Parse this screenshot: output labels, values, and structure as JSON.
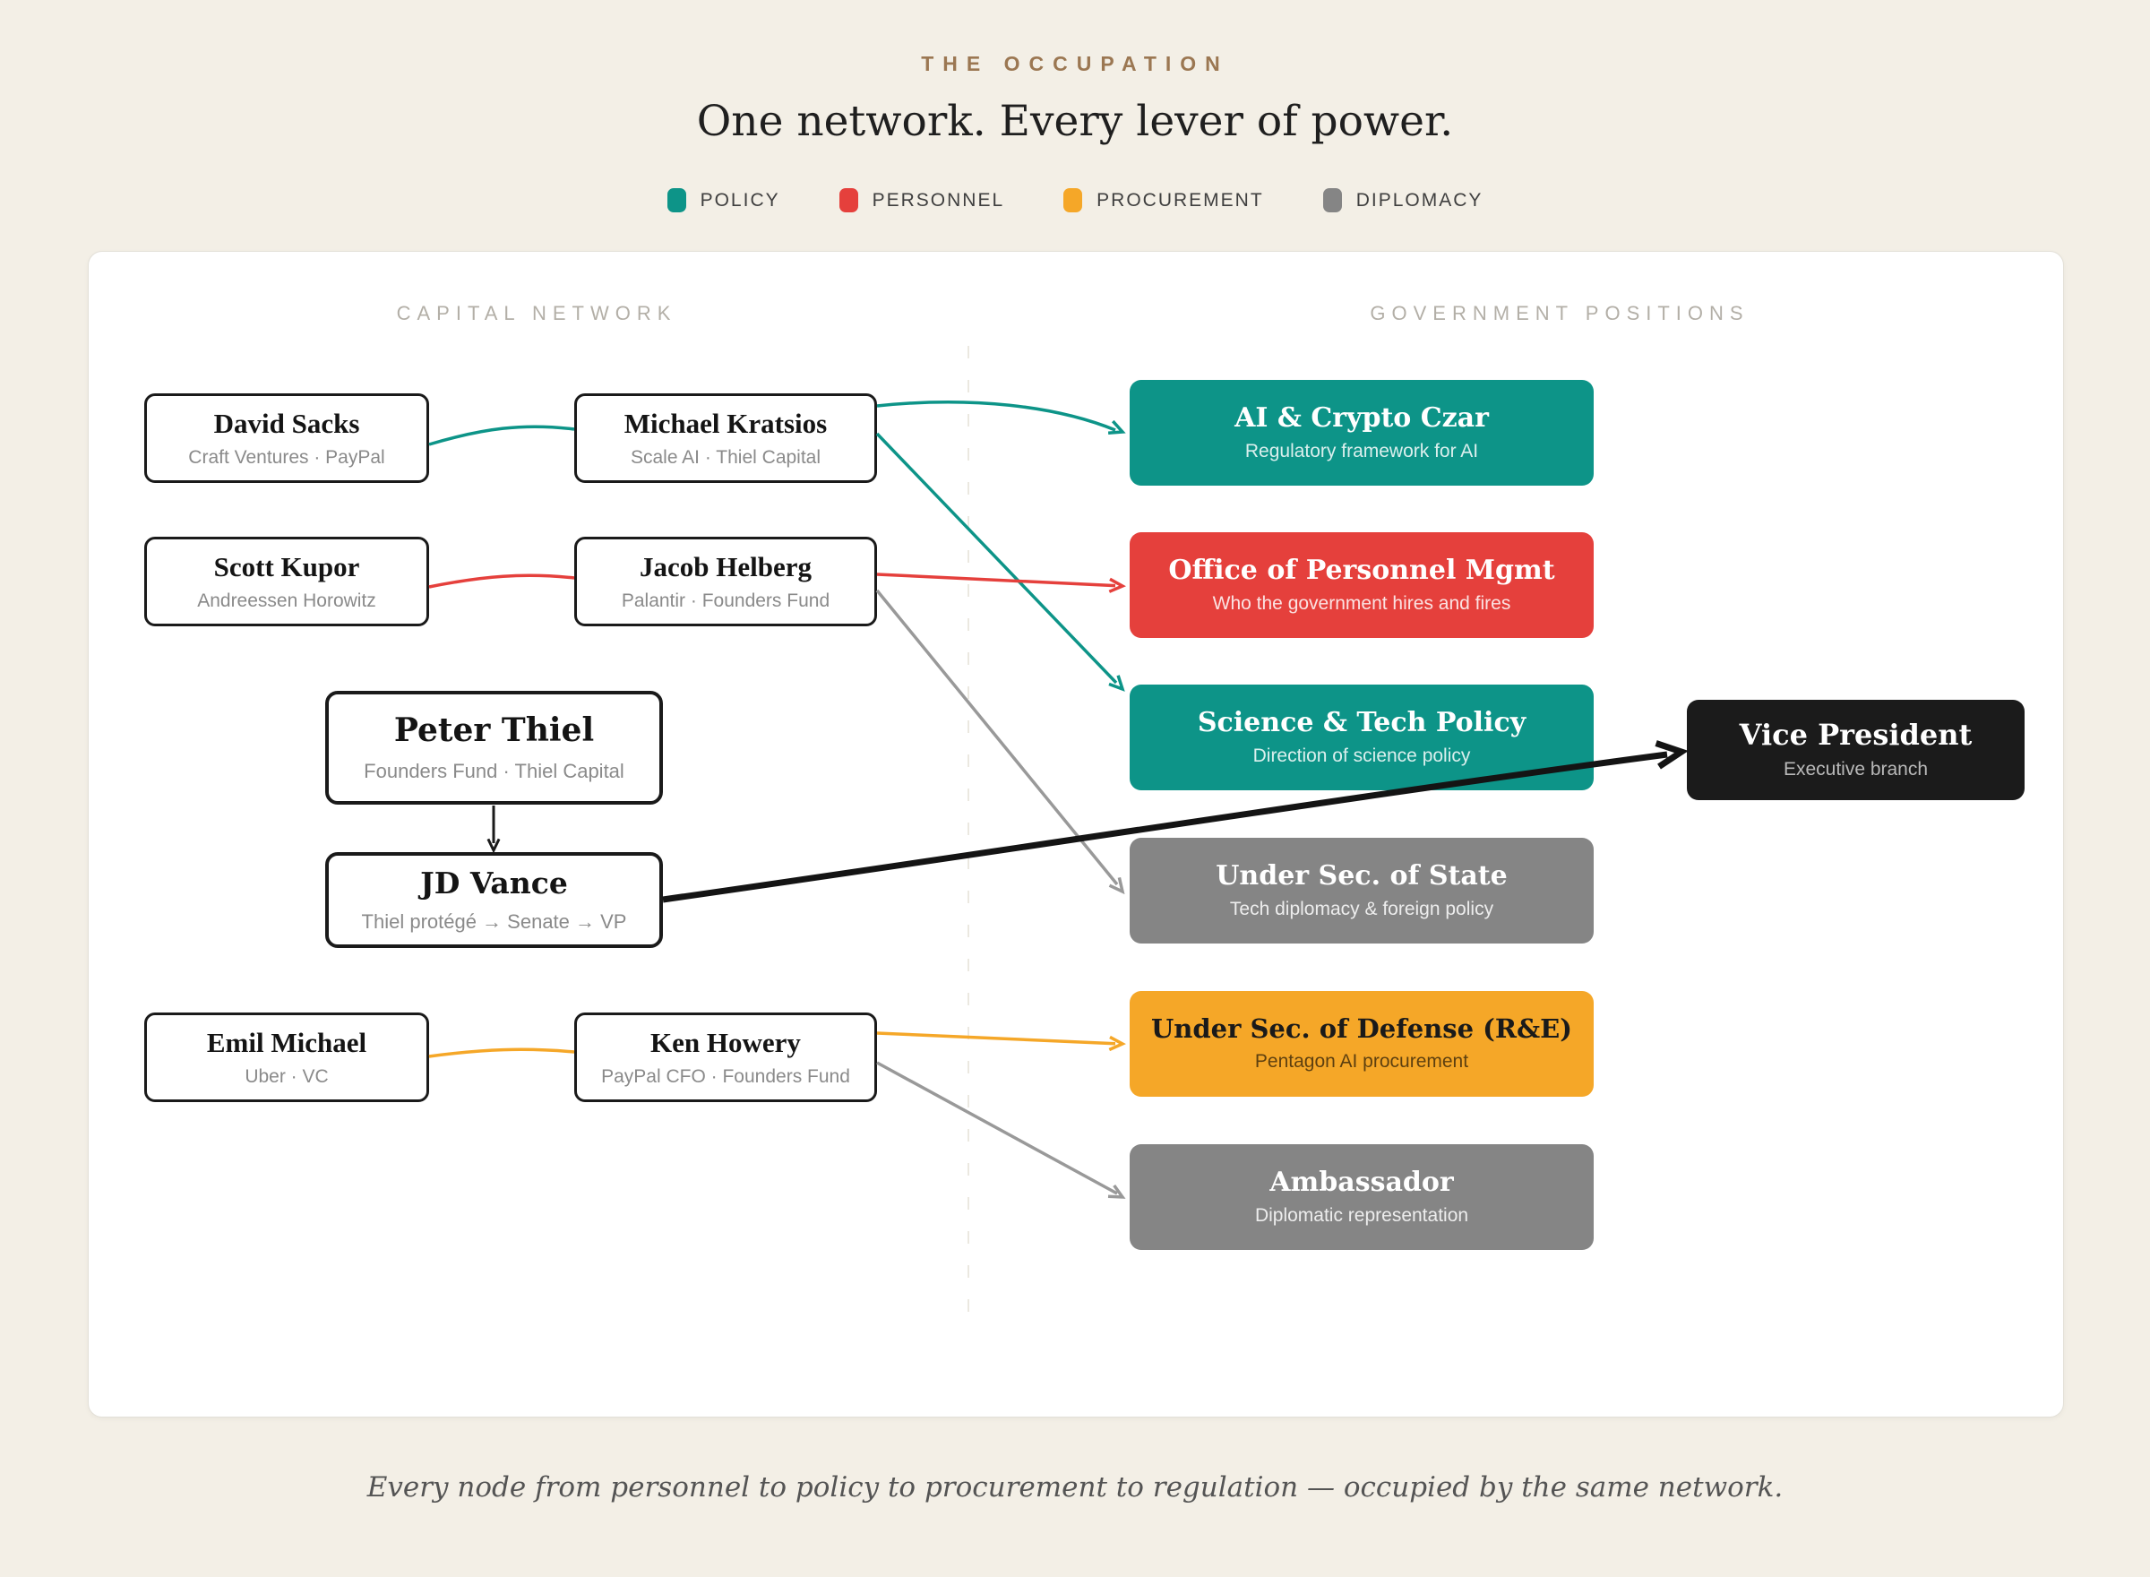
{
  "page": {
    "kicker": "THE OCCUPATION",
    "title": "One network. Every lever of power.",
    "footer": "Every node from personnel to policy to procurement to regulation — occupied by the same network."
  },
  "legend": {
    "items": [
      {
        "label": "POLICY",
        "color": "#0d9488"
      },
      {
        "label": "PERSONNEL",
        "color": "#e5403c"
      },
      {
        "label": "PROCUREMENT",
        "color": "#f5a728"
      },
      {
        "label": "DIPLOMACY",
        "color": "#858585"
      }
    ]
  },
  "columns": {
    "left": "CAPITAL NETWORK",
    "right": "GOVERNMENT POSITIONS"
  },
  "people": [
    {
      "name": "David Sacks",
      "detail": "Craft Ventures · PayPal"
    },
    {
      "name": "Michael Kratsios",
      "detail": "Scale AI · Thiel Capital"
    },
    {
      "name": "Scott Kupor",
      "detail": "Andreessen Horowitz"
    },
    {
      "name": "Jacob Helberg",
      "detail": "Palantir · Founders Fund"
    },
    {
      "name": "Peter Thiel",
      "detail": "Founders Fund · Thiel Capital"
    },
    {
      "name": "JD Vance",
      "detail": "Thiel protégé → Senate → VP"
    },
    {
      "name": "Emil Michael",
      "detail": "Uber · VC"
    },
    {
      "name": "Ken Howery",
      "detail": "PayPal CFO · Founders Fund"
    }
  ],
  "positions": [
    {
      "title": "AI & Crypto Czar",
      "detail": "Regulatory framework for AI",
      "category": "policy"
    },
    {
      "title": "Office of Personnel Mgmt",
      "detail": "Who the government hires and fires",
      "category": "personnel"
    },
    {
      "title": "Science & Tech Policy",
      "detail": "Direction of science policy",
      "category": "policy"
    },
    {
      "title": "Under Sec. of State",
      "detail": "Tech diplomacy & foreign policy",
      "category": "diplomacy"
    },
    {
      "title": "Under Sec. of Defense (R&E)",
      "detail": "Pentagon AI procurement",
      "category": "procurement"
    },
    {
      "title": "Ambassador",
      "detail": "Diplomatic representation",
      "category": "diplomacy"
    },
    {
      "title": "Vice President",
      "detail": "Executive branch",
      "category": "executive"
    }
  ],
  "connections": [
    {
      "from": "David Sacks",
      "to": "Michael Kratsios",
      "type": "policy"
    },
    {
      "from": "Michael Kratsios",
      "to": "AI & Crypto Czar",
      "type": "policy"
    },
    {
      "from": "Michael Kratsios",
      "to": "Science & Tech Policy",
      "type": "policy"
    },
    {
      "from": "Scott Kupor",
      "to": "Jacob Helberg",
      "type": "personnel"
    },
    {
      "from": "Jacob Helberg",
      "to": "Office of Personnel Mgmt",
      "type": "personnel"
    },
    {
      "from": "Jacob Helberg",
      "to": "Under Sec. of State",
      "type": "diplomacy"
    },
    {
      "from": "Peter Thiel",
      "to": "JD Vance",
      "type": "mentorship"
    },
    {
      "from": "JD Vance",
      "to": "Vice President",
      "type": "executive"
    },
    {
      "from": "Emil Michael",
      "to": "Ken Howery",
      "type": "procurement"
    },
    {
      "from": "Ken Howery",
      "to": "Under Sec. of Defense (R&E)",
      "type": "procurement"
    },
    {
      "from": "Ken Howery",
      "to": "Ambassador",
      "type": "diplomacy"
    }
  ]
}
